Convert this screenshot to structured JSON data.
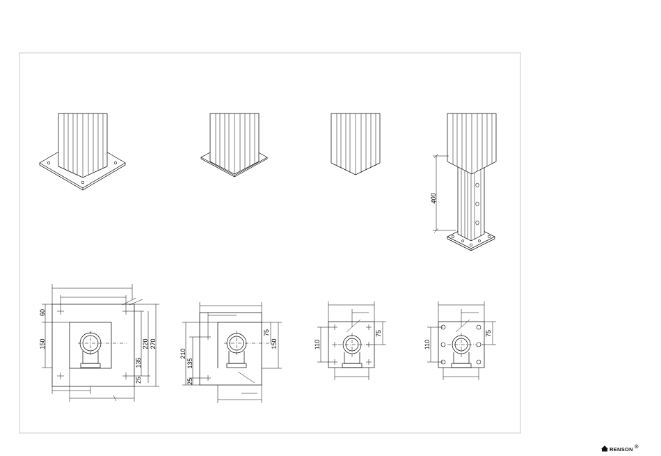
{
  "brand": {
    "name": "RENSON",
    "trademark": "®"
  },
  "views": {
    "iso_1": {},
    "iso_2": {},
    "iso_3": {},
    "iso_4": {
      "dimension_height": "400"
    },
    "plan_1": {
      "dims": {
        "top": "60",
        "middle": "150",
        "bottom": "25",
        "inner": "135",
        "outer_a": "220",
        "outer_b": "270"
      }
    },
    "plan_2": {
      "dims": {
        "overall": "210",
        "inner": "135",
        "bottom": "25",
        "top": "75",
        "side": "150"
      }
    },
    "plan_3": {
      "dims": {
        "height": "110",
        "side": "75"
      }
    },
    "plan_4": {
      "dims": {
        "height": "110",
        "side": "75"
      }
    }
  }
}
